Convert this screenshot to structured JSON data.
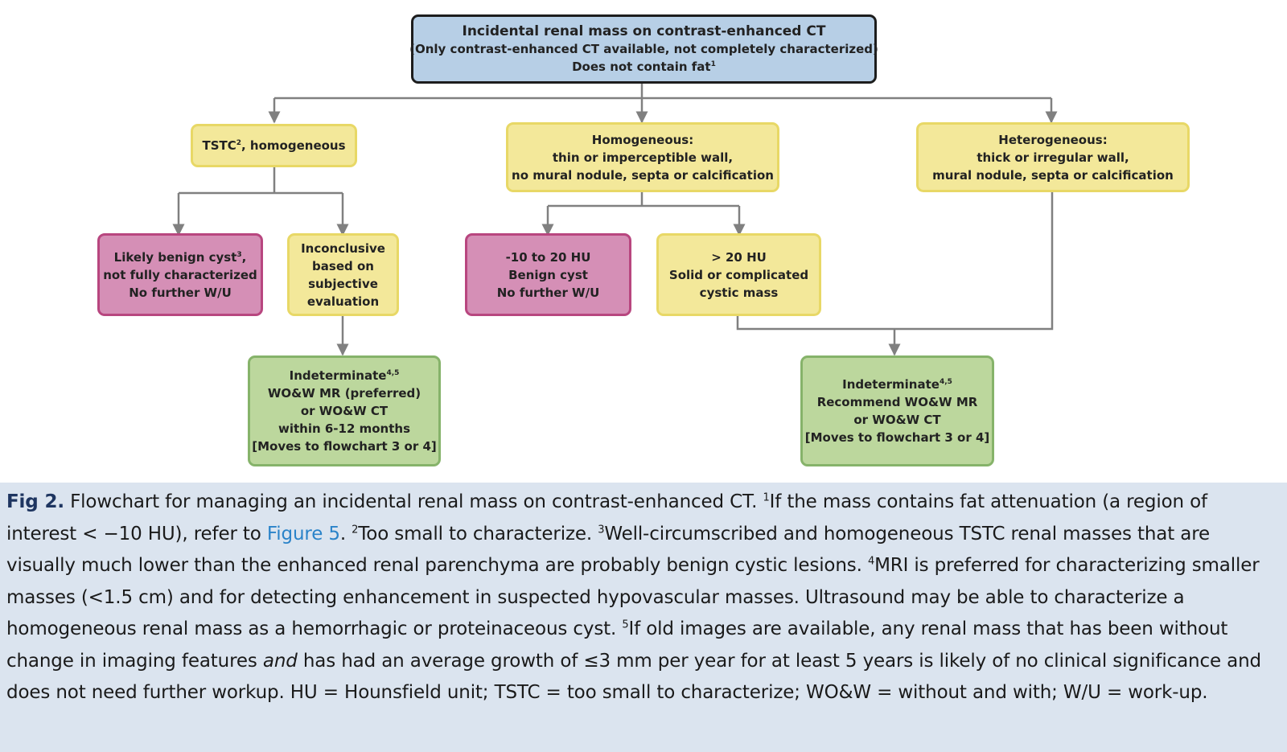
{
  "nodes": {
    "top": {
      "lines": [
        "Incidental renal mass on contrast-enhanced CT",
        "(Only contrast-enhanced CT available, not completely characterized)",
        "Does not contain fat"
      ],
      "sup": "1"
    },
    "tstc": {
      "text_a": "TSTC",
      "sup": "2",
      "text_b": ", homogeneous"
    },
    "homogeneous": {
      "lines": [
        "Homogeneous:",
        "thin or imperceptible wall,",
        "no mural nodule, septa or calcification"
      ]
    },
    "heterogeneous": {
      "lines": [
        "Heterogeneous:",
        "thick or irregular wall,",
        "mural nodule, septa or calcification"
      ]
    },
    "likely_benign": {
      "line1_a": "Likely benign cyst",
      "line1_sup": "3",
      "line1_b": ",",
      "lines": [
        "not fully characterized",
        "No further W/U"
      ]
    },
    "inconclusive": {
      "lines": [
        "Inconclusive",
        "based on",
        "subjective",
        "evaluation"
      ]
    },
    "benign_cyst": {
      "lines": [
        "-10 to 20 HU",
        "Benign cyst",
        "No further W/U"
      ]
    },
    "over_20": {
      "lines": [
        "> 20 HU",
        "Solid or complicated",
        "cystic mass"
      ]
    },
    "indeterminate_left": {
      "title": "Indeterminate",
      "sup": "4,5",
      "lines": [
        "WO&W MR (preferred)",
        "or WO&W CT",
        "within 6-12 months",
        "[Moves to flowchart 3 or 4]"
      ]
    },
    "indeterminate_right": {
      "title": "Indeterminate",
      "sup": "4,5",
      "lines": [
        "Recommend WO&W MR",
        "or WO&W CT",
        "[Moves to flowchart 3 or 4]"
      ]
    }
  },
  "caption": {
    "label": "Fig 2.",
    "p1": " Flowchart for managing an incidental renal mass on contrast-enhanced CT. ",
    "s1": "1",
    "p2": "If the mass contains fat attenuation (a region of interest < −10 HU), refer to ",
    "link": "Figure 5",
    "p3": ". ",
    "s2": "2",
    "p4": "Too small to characterize. ",
    "s3": "3",
    "p5": "Well-circumscribed and homogeneous TSTC renal masses that are visually much lower than the enhanced renal parenchyma are probably benign cystic lesions. ",
    "s4": "4",
    "p6": "MRI is preferred for characterizing smaller masses (<1.5 cm) and for detecting enhancement in suspected hypovascular masses. Ultrasound may be able to characterize a homogeneous renal mass as a hemorrhagic or proteinaceous cyst. ",
    "s5": "5",
    "p7": "If old images are available, any renal mass that has been without change in imaging features ",
    "em": "and",
    "p8": " has had an average growth of ≤3 mm per year for at least 5 years is likely of no clinical significance and does not need further workup. HU = Hounsfield unit; TSTC = too small to characterize; WO&W = without and with; W/U = work-up."
  },
  "colors": {
    "blue_box": "#b7cfe6",
    "yellow_box": "#f3e89a",
    "pink_box": "#d58fb6",
    "green_box": "#bcd79d",
    "connector": "#808080",
    "caption_bg": "#dbe4ef",
    "caption_label": "#1e3560",
    "caption_link": "#2a83c9"
  }
}
